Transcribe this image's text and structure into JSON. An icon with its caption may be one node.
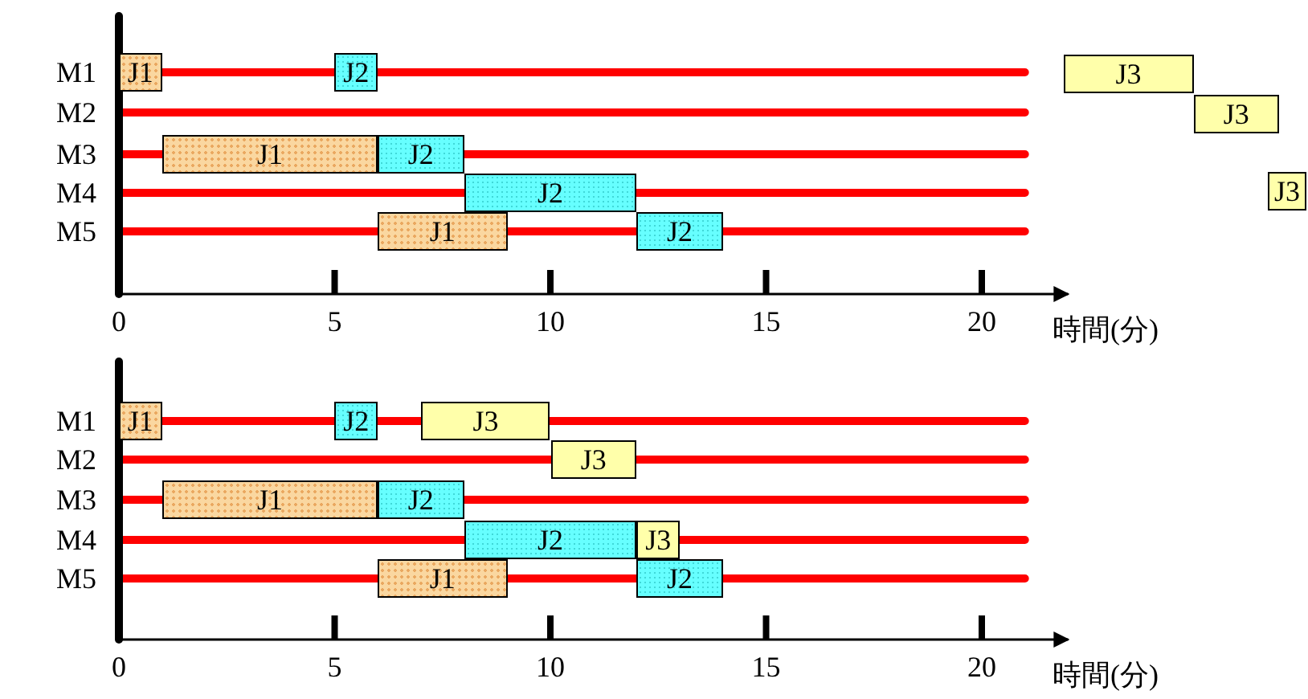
{
  "diagram": {
    "nodes": [
      {
        "text": [
          "J1"
        ]
      },
      {
        "text": [
          "J2"
        ]
      },
      {
        "text": [
          "J3"
        ]
      },
      {
        "text": [
          "J3"
        ]
      },
      {
        "text": [
          "J1"
        ]
      },
      {
        "text": [
          "J2"
        ]
      },
      {
        "text": [
          "J2"
        ]
      },
      {
        "text": [
          "J3"
        ]
      },
      {
        "text": [
          "J1"
        ]
      },
      {
        "text": [
          "J2"
        ]
      },
      {
        "text": [
          "J1"
        ]
      },
      {
        "text": [
          "J2"
        ]
      },
      {
        "text": [
          "J3"
        ]
      },
      {
        "text": [
          "J3"
        ]
      },
      {
        "text": [
          "J1"
        ]
      },
      {
        "text": [
          "J2"
        ]
      },
      {
        "text": [
          "J2"
        ]
      },
      {
        "text": [
          "J3"
        ]
      },
      {
        "text": [
          "J1"
        ]
      },
      {
        "text": [
          "J2"
        ]
      }
    ],
    "labels": [
      "M1",
      "M2",
      "M3",
      "M4",
      "M5",
      "0",
      "5",
      "10",
      "15",
      "20",
      "時間(分)",
      "M1",
      "M2",
      "M3",
      "M4",
      "M5",
      "0",
      "5",
      "10",
      "15",
      "20",
      "時間(分)"
    ]
  }
}
